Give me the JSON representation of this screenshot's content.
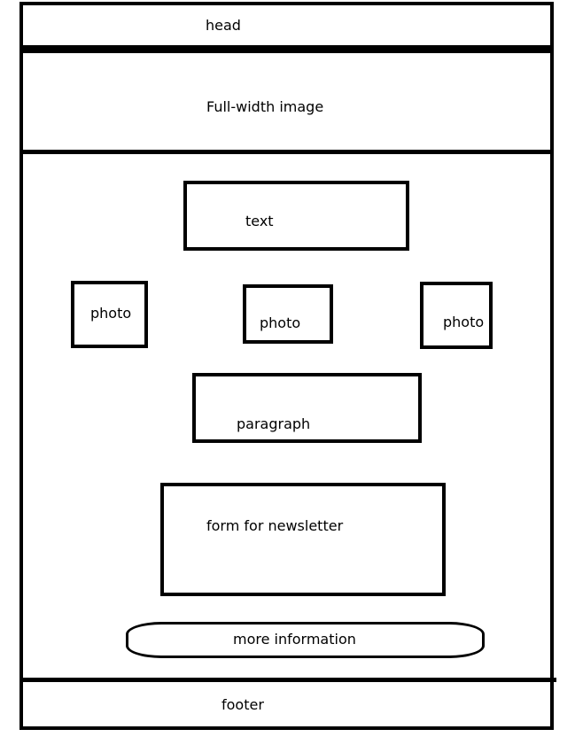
{
  "wireframe": {
    "head": "head",
    "hero_image": "Full-width image",
    "content": {
      "text": "text",
      "photos": [
        "photo",
        "photo",
        "photo"
      ],
      "paragraph": "paragraph",
      "newsletter_form": "form for newsletter",
      "more_information": "more information"
    },
    "footer": "footer"
  }
}
